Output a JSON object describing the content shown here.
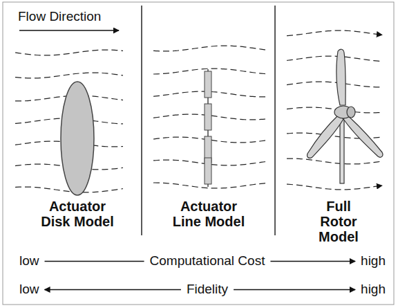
{
  "diagram": {
    "labels": [
      "Flow Direction",
      "Actuator Disk Model",
      "Actuator Line Model",
      "Full Rotor Model",
      "low",
      "Computational Cost",
      "high",
      "low",
      "Fidelity",
      "high"
    ]
  }
}
